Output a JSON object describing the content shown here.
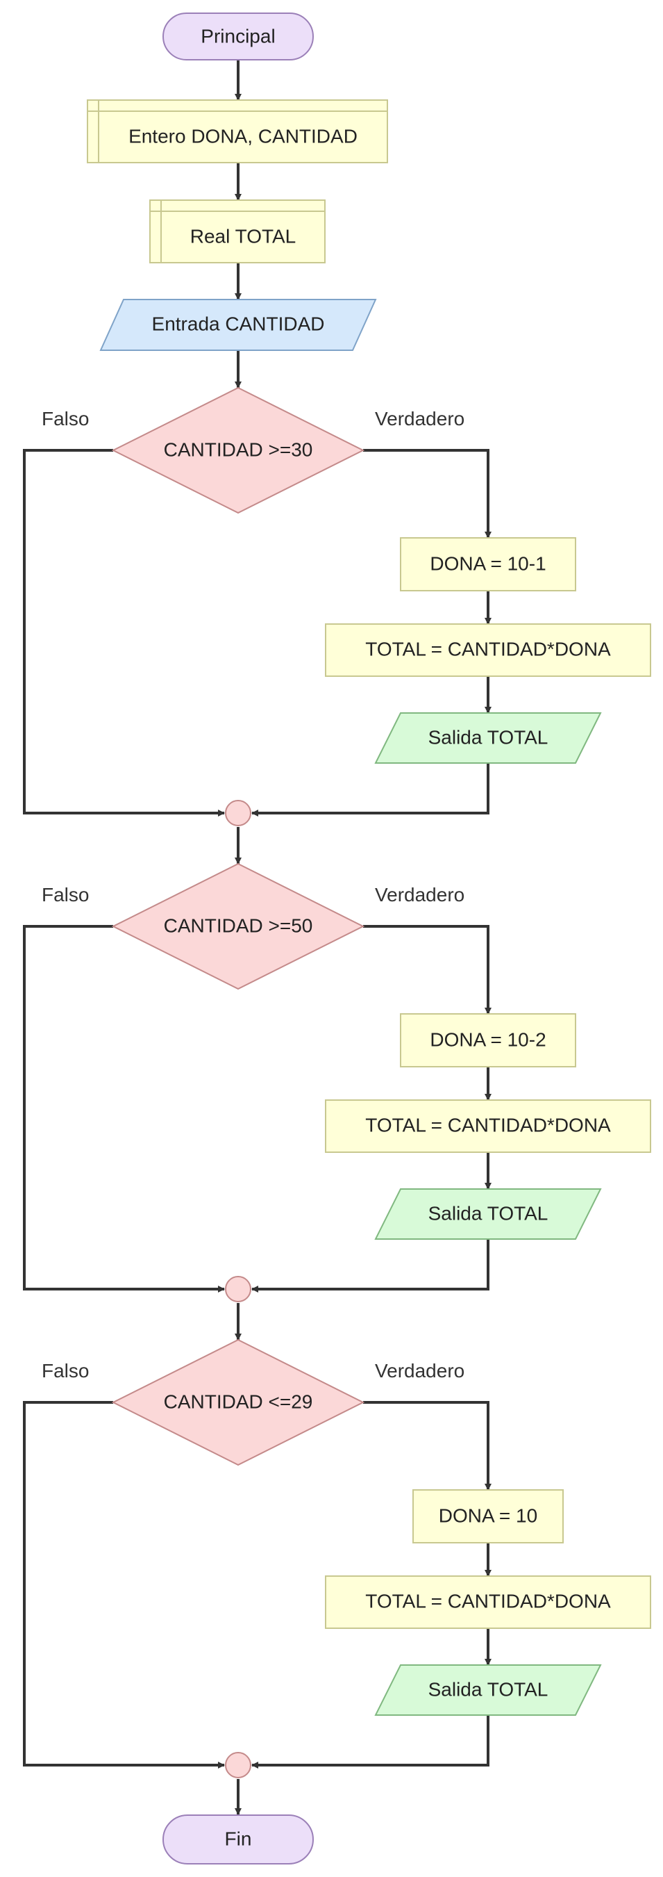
{
  "colors": {
    "terminal_fill": "#ecdff9",
    "terminal_stroke": "#9b80b8",
    "process_fill": "#ffffd8",
    "process_stroke": "#c8c890",
    "input_fill": "#d5e8fb",
    "input_stroke": "#7fa3c8",
    "output_fill": "#d8fad8",
    "output_stroke": "#80b880",
    "decision_fill": "#fbd8d8",
    "decision_stroke": "#c48a8a",
    "line": "#333333"
  },
  "start": "Principal",
  "declarations": [
    "Entero DONA, CANTIDAD",
    "Real TOTAL"
  ],
  "input": "Entrada CANTIDAD",
  "decisions": [
    {
      "condition": "CANTIDAD >=30",
      "false_label": "Falso",
      "true_label": "Verdadero",
      "true_branch": [
        "DONA = 10-1",
        "TOTAL = CANTIDAD*DONA",
        "Salida TOTAL"
      ]
    },
    {
      "condition": "CANTIDAD >=50",
      "false_label": "Falso",
      "true_label": "Verdadero",
      "true_branch": [
        "DONA = 10-2",
        "TOTAL = CANTIDAD*DONA",
        "Salida TOTAL"
      ]
    },
    {
      "condition": "CANTIDAD <=29",
      "false_label": "Falso",
      "true_label": "Verdadero",
      "true_branch": [
        "DONA = 10",
        "TOTAL = CANTIDAD*DONA",
        "Salida TOTAL"
      ]
    }
  ],
  "end": "Fin"
}
